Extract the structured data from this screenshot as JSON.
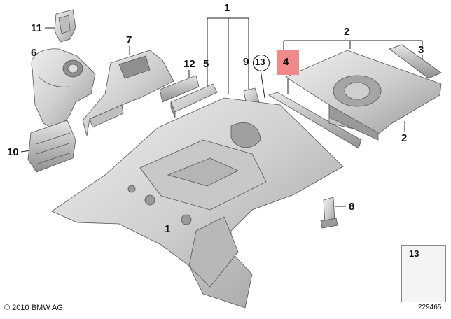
{
  "callouts": {
    "c1_top": "1",
    "c1_bottom": "1",
    "c2_top": "2",
    "c2_right": "2",
    "c3": "3",
    "c4": "4",
    "c5": "5",
    "c6": "6",
    "c7": "7",
    "c8": "8",
    "c9": "9",
    "c10": "10",
    "c11": "11",
    "c12": "12",
    "c13": "13",
    "c13_legend": "13"
  },
  "footer": {
    "copyright": "© 2010 BMW AG",
    "diagram_number": "229465"
  },
  "colors": {
    "part_fill": "#d9d9d9",
    "part_dark": "#a9a9a9",
    "part_stroke": "#555555",
    "highlight": "#f08a8a"
  }
}
